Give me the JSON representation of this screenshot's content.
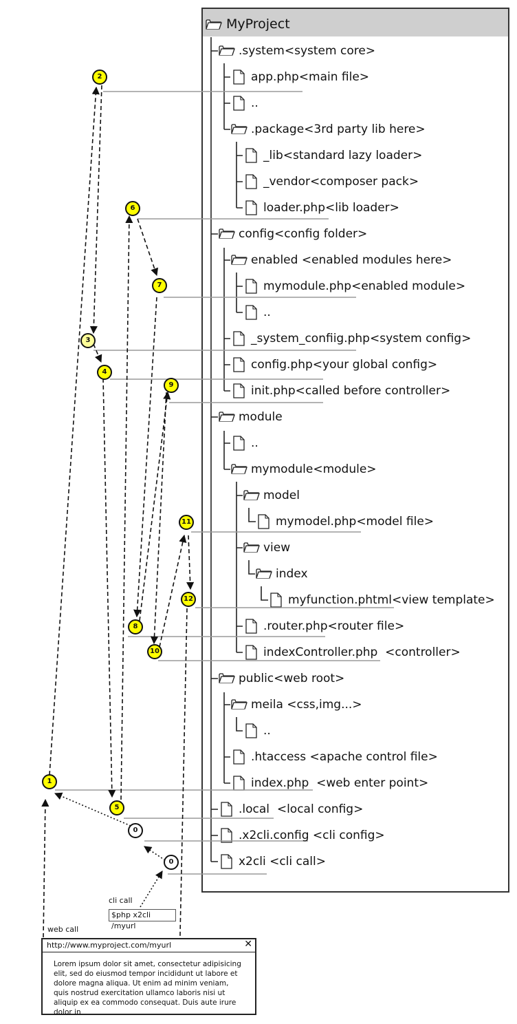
{
  "tree": {
    "title": "MyProject",
    "items": [
      "system<system core>",
      "app.php<main file>",
      "..",
      ".package<3rd party lib here>",
      "_lib<standard lazy loader>",
      "_vendor<composer pack>",
      "loader.php<lib loader>",
      "config<config folder>",
      "enabled <enabled modules here>",
      "mymodule.php<enabled module>",
      "..",
      "_system_confiig.php<system config>",
      "config.php<your global config>",
      "init.php<called before controller>",
      "module",
      "..",
      "mymodule<module>",
      "model",
      "mymodel.php<model file>",
      "view",
      "index",
      "myfunction.phtml<view template>",
      ".router.php<router file>",
      "indexController.php  <controller>",
      "public<web root>",
      "meila <css,img...>",
      "..",
      ".htaccess <apache control file>",
      "index.php  <web enter point>",
      ".local  <local config>",
      ".x2cli.config <cli config>",
      "x2cli <cli call>"
    ]
  },
  "steps": [
    "1",
    "2",
    "3",
    "4",
    "5",
    "6",
    "7",
    "8",
    "9",
    "10",
    "11",
    "12",
    "0",
    "0"
  ],
  "cli": {
    "label": "cli call",
    "command": "$php x2cli /myurl"
  },
  "web": {
    "label": "web call",
    "url": "http://www.myproject.com/myurl",
    "close": "✕",
    "body": "Lorem ipsum dolor sit amet, consectetur adipisicing elit, sed do eiusmod tempor incididunt ut labore et dolore magna aliqua. Ut enim ad minim veniam, quis nostrud exercitation ullamco laboris nisi ut aliquip ex ea commodo consequat. Duis aute irure dolor in"
  }
}
